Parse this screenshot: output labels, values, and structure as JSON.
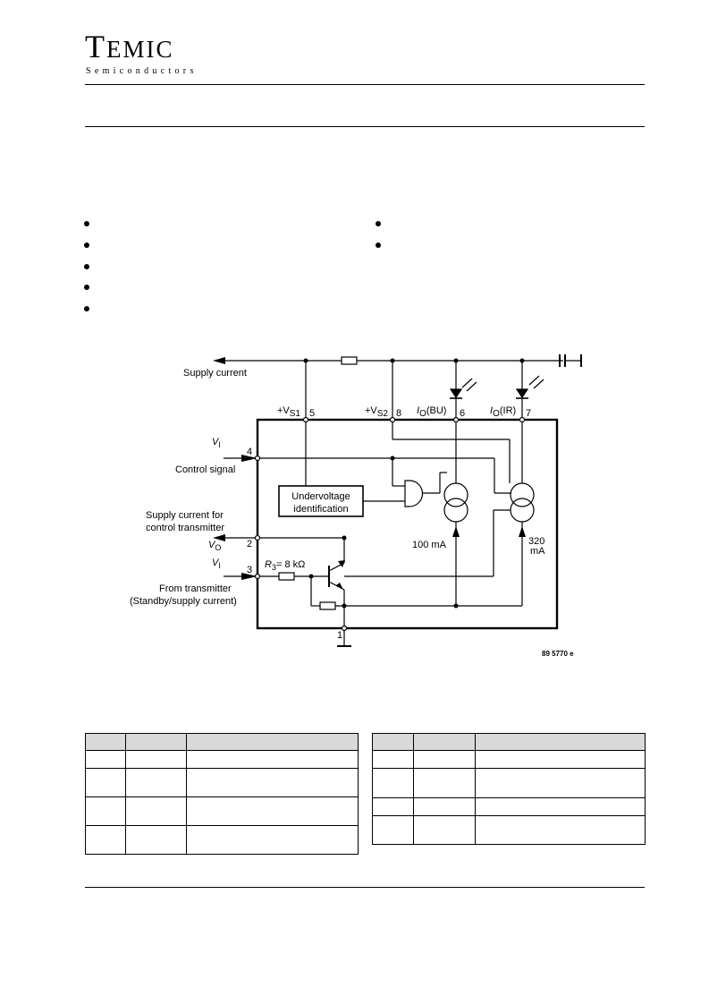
{
  "logo": {
    "first_letter": "T",
    "rest": "EMIC",
    "subtitle": "Semiconductors"
  },
  "diagram": {
    "supply_current": "Supply current",
    "vs1_prefix": "+V",
    "vs1_sub": "S1",
    "pin5": "5",
    "vs2_prefix": "+V",
    "vs2_sub": "S2",
    "pin8": "8",
    "io_bu_prefix": "I",
    "io_bu_sub": "O",
    "io_bu_suffix": "(BU)",
    "pin6": "6",
    "io_ir_prefix": "I",
    "io_ir_sub": "O",
    "io_ir_suffix": "(IR)",
    "pin7": "7",
    "vi_top_prefix": "V",
    "vi_top_sub": "I",
    "pin4": "4",
    "control_signal": "Control signal",
    "undervoltage_1": "Undervoltage",
    "undervoltage_2": "identification",
    "supply_for_ctrl_1": "Supply current for",
    "supply_for_ctrl_2": "control transmitter",
    "vo_prefix": "V",
    "vo_sub": "O",
    "pin2": "2",
    "vi_bottom_prefix": "V",
    "vi_bottom_sub": "I",
    "pin3": "3",
    "r3_prefix": "R",
    "r3_sub": "3",
    "r3_value": "= 8 kΩ",
    "from_tx_1": "From transmitter",
    "from_tx_2": "(Standby/supply current)",
    "current_100": "100 mA",
    "current_320_1": "320",
    "current_320_2": "mA",
    "pin1": "1",
    "figure_code": "89 5770 e"
  },
  "pin_table_left": {
    "rows": 4,
    "columns": 3
  },
  "pin_table_right": {
    "rows": 4,
    "columns": 3
  }
}
